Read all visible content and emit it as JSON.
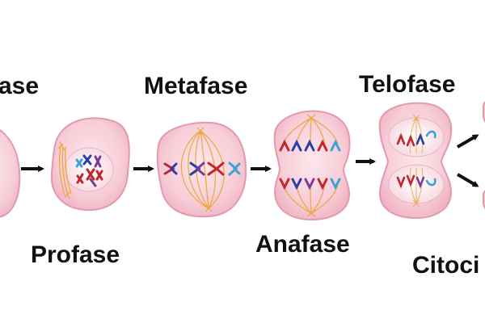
{
  "labels": {
    "interfase": "ase",
    "profase": "Profase",
    "metafase": "Metafase",
    "anafase": "Anafase",
    "telofase": "Telofase",
    "citocinese": "Citoci"
  },
  "colors": {
    "background": "#ffffff",
    "cell_fill": "#f5c3cf",
    "cell_inner": "#fbdde4",
    "cell_stroke": "#e39aae",
    "spindle": "#e8a93c",
    "chromosome_red": "#c0262d",
    "chromosome_blue": "#2a3ea8",
    "chromosome_cyan": "#3aa3d8",
    "chromosome_purple": "#7a3a9a",
    "arrow": "#111111",
    "text": "#111111"
  }
}
